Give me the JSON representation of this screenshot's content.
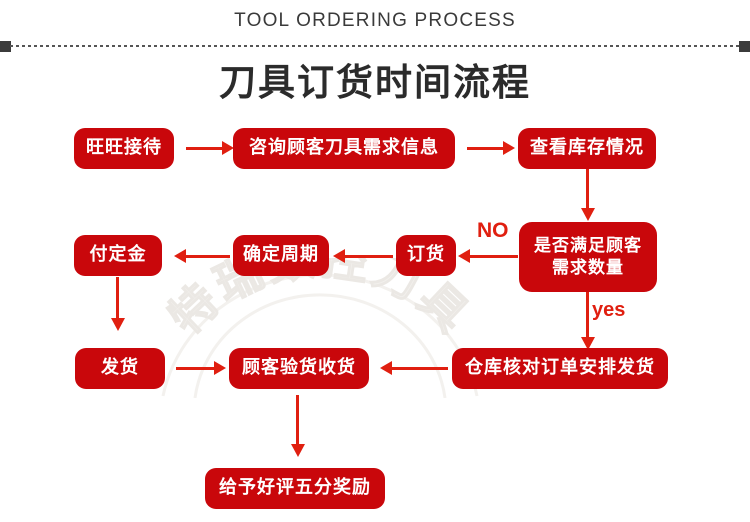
{
  "header": {
    "english_title": "TOOL ORDERING PROCESS",
    "chinese_title": "刀具订货时间流程"
  },
  "watermark": {
    "text": "特瑞数控刀具"
  },
  "colors": {
    "box_fill": "#c9070b",
    "arrow": "#e01f10",
    "title": "#2b2b2b",
    "header_rule": "#3b3b3b",
    "box_text": "#ffffff",
    "watermark": "#f0eeeb"
  },
  "flowchart": {
    "type": "flowchart",
    "nodes": [
      {
        "id": "n1",
        "label": "旺旺接待",
        "row": 1
      },
      {
        "id": "n2",
        "label": "咨询顾客刀具需求信息",
        "row": 1
      },
      {
        "id": "n3",
        "label": "查看库存情况",
        "row": 1
      },
      {
        "id": "n4",
        "label_line1": "是否满足顾客",
        "label_line2": "需求数量",
        "row": 2,
        "shape": "decision"
      },
      {
        "id": "n5",
        "label": "订货",
        "row": 2
      },
      {
        "id": "n6",
        "label": "确定周期",
        "row": 2
      },
      {
        "id": "n7",
        "label": "付定金",
        "row": 2
      },
      {
        "id": "n8",
        "label": "发货",
        "row": 3
      },
      {
        "id": "n9",
        "label": "顾客验货收货",
        "row": 3
      },
      {
        "id": "n10",
        "label": "仓库核对订单安排发货",
        "row": 3
      },
      {
        "id": "n11",
        "label": "给予好评五分奖励",
        "row": 4
      }
    ],
    "edge_labels": {
      "no": "NO",
      "yes": "yes"
    },
    "edges": [
      {
        "from": "n1",
        "to": "n2",
        "label": ""
      },
      {
        "from": "n2",
        "to": "n3",
        "label": ""
      },
      {
        "from": "n3",
        "to": "n4",
        "label": ""
      },
      {
        "from": "n4",
        "to": "n5",
        "label": "NO"
      },
      {
        "from": "n5",
        "to": "n6",
        "label": ""
      },
      {
        "from": "n6",
        "to": "n7",
        "label": ""
      },
      {
        "from": "n7",
        "to": "n8",
        "label": ""
      },
      {
        "from": "n8",
        "to": "n9",
        "label": ""
      },
      {
        "from": "n4",
        "to": "n10",
        "label": "yes"
      },
      {
        "from": "n10",
        "to": "n9",
        "label": ""
      },
      {
        "from": "n9",
        "to": "n11",
        "label": ""
      }
    ]
  }
}
